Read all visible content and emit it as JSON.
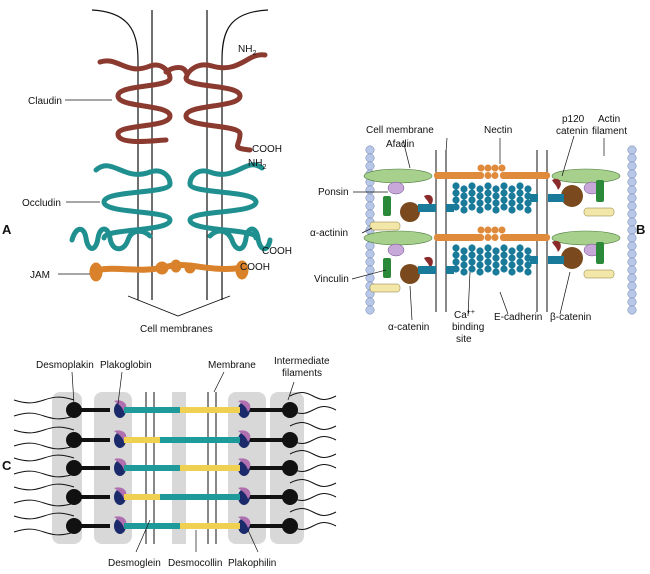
{
  "panels": {
    "a": "A",
    "b": "B",
    "c": "C"
  },
  "panel_a": {
    "claudin": "Claudin",
    "occludin": "Occludin",
    "jam": "JAM",
    "nh2_top": "NH",
    "nh2_mid": "NH",
    "sub2": "2",
    "cooh_1": "COOH",
    "cooh_2": "COOH",
    "cooh_3": "COOH",
    "cell_membranes": "Cell membranes"
  },
  "panel_b": {
    "cell_membrane": "Cell membrane",
    "afadin": "Afadin",
    "nectin": "Nectin",
    "p120_line1": "p120",
    "p120_line2": "catenin",
    "actin_line1": "Actin",
    "actin_line2": "filament",
    "ponsin": "Ponsin",
    "alpha_actinin": "α-actinin",
    "vinculin": "Vinculin",
    "alpha_catenin": "α-catenin",
    "ca_line1": "Ca",
    "ca_sup": "++",
    "ca_line2": "binding",
    "ca_line3": "site",
    "e_cadherin": "E-cadherin",
    "beta_catenin": "β-catenin"
  },
  "panel_c": {
    "desmoplakin": "Desmoplakin",
    "plakoglobin": "Plakoglobin",
    "membrane": "Membrane",
    "if_line1": "Intermediate",
    "if_line2": "filaments",
    "desmoglein": "Desmoglein",
    "desmocollin": "Desmocollin",
    "plakophilin": "Plakophilin"
  },
  "colors": {
    "claudin": "#8b3a2f",
    "occludin": "#1f8f8f",
    "jam": "#d9822b",
    "nectin": "#e08a3c",
    "afadin": "#a8d08d",
    "ecadherin": "#1a7a9a",
    "catenin": "#7a4a1e",
    "ponsin": "#c8a8d8",
    "vinculin": "#2a8a3a",
    "actinin": "#f2e6a8",
    "actin": "#b8c8e8",
    "p120": "#8b2a2a",
    "desmoglein": "#1f9a9a",
    "desmocollin": "#f0d050",
    "plaque": "#d8d8d8",
    "plakoglobin": "#b070b0",
    "plakophilin": "#1a2a6a"
  }
}
